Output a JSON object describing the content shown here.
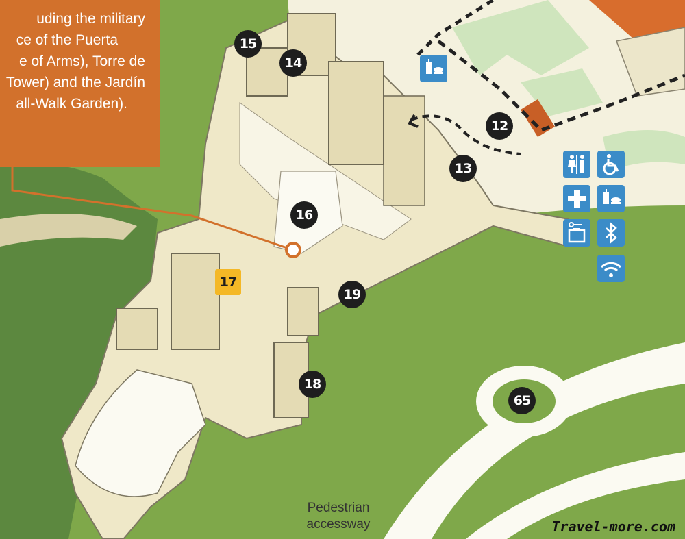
{
  "callout": {
    "lines": [
      "uding the military",
      "ce of the Puerta",
      "e of Arms), Torre de",
      "Tower) and the Jardín",
      "all-Walk Garden)."
    ]
  },
  "markers": [
    "12",
    "13",
    "14",
    "15",
    "16",
    "17",
    "18",
    "19",
    "65"
  ],
  "labels": {
    "pedestrian": [
      "Pedestrian",
      "accessway"
    ]
  },
  "watermark": "Travel-more.com",
  "icons": [
    "food-icon",
    "restroom-icon",
    "wheelchair-icon",
    "first-aid-icon",
    "food-icon",
    "lockers-icon",
    "bluetooth-icon",
    "wifi-icon"
  ],
  "colors": {
    "grass": "#7fa84a",
    "callout": "#d2712c",
    "marker": "#1e1e1e",
    "highlight": "#f4b826",
    "service_icon": "#3b8cc8",
    "wall": "#efe8c8"
  }
}
